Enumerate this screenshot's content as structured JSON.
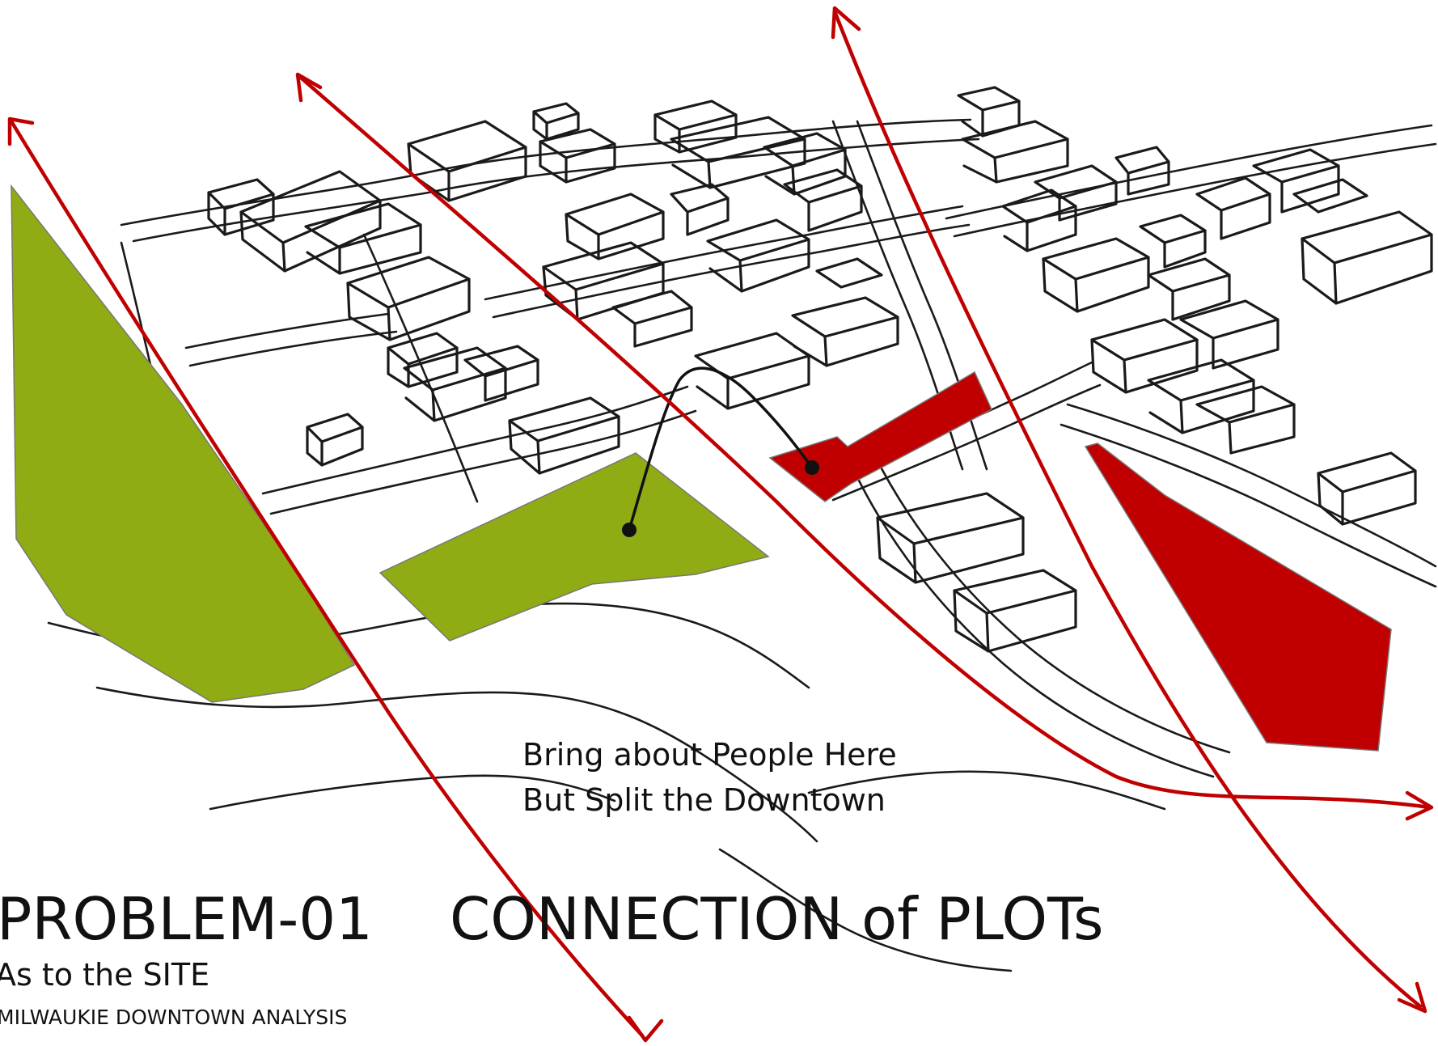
{
  "colors": {
    "green": "#8fac15",
    "red": "#c00000",
    "ink": "#1a1a1a",
    "plot_outline": "#777777"
  },
  "annotation": {
    "line1": "Bring about People Here",
    "line2": "But Split the Downtown"
  },
  "title": {
    "problem": "PROBLEM-01",
    "connection": "CONNECTION of PLOTs"
  },
  "subtitle": "As to the SITE",
  "caption": "MILWAUKIE DOWNTOWN ANALYSIS"
}
